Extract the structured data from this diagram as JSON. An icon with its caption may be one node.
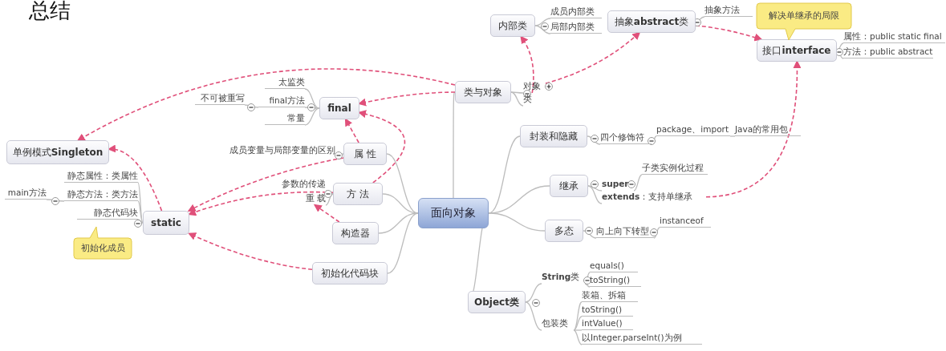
{
  "diagram": {
    "title": "总结",
    "nodes": [
      {
        "text": [
          "面向对象"
        ]
      },
      {
        "text": [
          "类与对象"
        ]
      },
      {
        "text": [
          "对象"
        ]
      },
      {
        "text": [
          "类"
        ]
      },
      {
        "text": [
          "内部类"
        ]
      },
      {
        "text": [
          "成员内部类"
        ]
      },
      {
        "text": [
          "局部内部类"
        ]
      },
      {
        "text": [
          "抽象**abstract**类"
        ]
      },
      {
        "text": [
          "抽象方法"
        ]
      },
      {
        "text": [
          "接口**interface**"
        ]
      },
      {
        "text": [
          "属性：public static final"
        ]
      },
      {
        "text": [
          "方法：public abstract"
        ]
      },
      {
        "text": [
          "解决单继承的局限"
        ]
      },
      {
        "text": [
          "封装和隐藏"
        ]
      },
      {
        "text": [
          "四个修饰符"
        ]
      },
      {
        "text": [
          "package、import"
        ]
      },
      {
        "text": [
          "Java的常用包"
        ]
      },
      {
        "text": [
          "继承"
        ]
      },
      {
        "text": [
          "super"
        ]
      },
      {
        "text": [
          "**extends**：支持单继承"
        ]
      },
      {
        "text": [
          "子类实例化过程"
        ]
      },
      {
        "text": [
          "多态"
        ]
      },
      {
        "text": [
          "向上向下转型"
        ]
      },
      {
        "text": [
          "instanceof"
        ]
      },
      {
        "text": [
          "Object类"
        ]
      },
      {
        "text": [
          "**String**类"
        ]
      },
      {
        "text": [
          "equals()"
        ]
      },
      {
        "text": [
          "toString()"
        ]
      },
      {
        "text": [
          "包装类"
        ]
      },
      {
        "text": [
          "装箱、拆箱"
        ]
      },
      {
        "text": [
          "toString()"
        ]
      },
      {
        "text": [
          "intValue()"
        ]
      },
      {
        "text": [
          "以Integer.parseInt()为例"
        ]
      },
      {
        "text": [
          "属 性"
        ]
      },
      {
        "text": [
          "成员变量与局部变量的区别"
        ]
      },
      {
        "text": [
          "方 法"
        ]
      },
      {
        "text": [
          "参数的传递"
        ]
      },
      {
        "text": [
          "重 载"
        ]
      },
      {
        "text": [
          "构造器"
        ]
      },
      {
        "text": [
          "初始化代码块"
        ]
      },
      {
        "text": [
          "final"
        ]
      },
      {
        "text": [
          "太监类"
        ]
      },
      {
        "text": [
          "final方法"
        ]
      },
      {
        "text": [
          "常量"
        ]
      },
      {
        "text": [
          "不可被重写"
        ]
      },
      {
        "text": [
          "单例模式**Singleton**"
        ]
      },
      {
        "text": [
          "static"
        ]
      },
      {
        "text": [
          "静态属性：类属性"
        ]
      },
      {
        "text": [
          "静态方法：类方法"
        ]
      },
      {
        "text": [
          "静态代码块"
        ]
      },
      {
        "text": [
          "main方法"
        ]
      },
      {
        "text": [
          "初始化成员"
        ]
      }
    ],
    "edges": [
      {
        "from": 0,
        "to": 1,
        "arrow": "none"
      },
      {
        "from": 0,
        "to": 13,
        "arrow": "none"
      },
      {
        "from": 0,
        "to": 17,
        "arrow": "none"
      },
      {
        "from": 0,
        "to": 21,
        "arrow": "none"
      },
      {
        "from": 0,
        "to": 24,
        "arrow": "none"
      },
      {
        "from": 0,
        "to": 33,
        "arrow": "none"
      },
      {
        "from": 0,
        "to": 35,
        "arrow": "none"
      },
      {
        "from": 0,
        "to": 38,
        "arrow": "none"
      },
      {
        "from": 0,
        "to": 39,
        "arrow": "none"
      },
      {
        "from": 1,
        "to": 2,
        "arrow": "none"
      },
      {
        "from": 1,
        "to": 3,
        "arrow": "none"
      },
      {
        "from": 4,
        "to": 5,
        "arrow": "none"
      },
      {
        "from": 4,
        "to": 6,
        "arrow": "none"
      },
      {
        "from": 7,
        "to": 8,
        "arrow": "none"
      },
      {
        "from": 9,
        "to": 10,
        "arrow": "none"
      },
      {
        "from": 9,
        "to": 11,
        "arrow": "none"
      },
      {
        "from": 13,
        "to": 14,
        "arrow": "none"
      },
      {
        "from": 14,
        "to": 15,
        "arrow": "none"
      },
      {
        "from": 15,
        "to": 16,
        "arrow": "none"
      },
      {
        "from": 17,
        "to": 18,
        "arrow": "none"
      },
      {
        "from": 17,
        "to": 19,
        "arrow": "none"
      },
      {
        "from": 18,
        "to": 20,
        "arrow": "none"
      },
      {
        "from": 21,
        "to": 22,
        "arrow": "none"
      },
      {
        "from": 22,
        "to": 23,
        "arrow": "none"
      },
      {
        "from": 24,
        "to": 25,
        "arrow": "none"
      },
      {
        "from": 24,
        "to": 28,
        "arrow": "none"
      },
      {
        "from": 25,
        "to": 26,
        "arrow": "none"
      },
      {
        "from": 25,
        "to": 27,
        "arrow": "none"
      },
      {
        "from": 28,
        "to": 29,
        "arrow": "none"
      },
      {
        "from": 28,
        "to": 30,
        "arrow": "none"
      },
      {
        "from": 28,
        "to": 31,
        "arrow": "none"
      },
      {
        "from": 28,
        "to": 32,
        "arrow": "none"
      },
      {
        "from": 33,
        "to": 34,
        "arrow": "none"
      },
      {
        "from": 35,
        "to": 36,
        "arrow": "none"
      },
      {
        "from": 35,
        "to": 37,
        "arrow": "none"
      },
      {
        "from": 40,
        "to": 41,
        "arrow": "none"
      },
      {
        "from": 40,
        "to": 42,
        "arrow": "none"
      },
      {
        "from": 40,
        "to": 43,
        "arrow": "none"
      },
      {
        "from": 42,
        "to": 44,
        "arrow": "none"
      },
      {
        "from": 46,
        "to": 47,
        "arrow": "none"
      },
      {
        "from": 46,
        "to": 48,
        "arrow": "none"
      },
      {
        "from": 46,
        "to": 49,
        "arrow": "none"
      },
      {
        "from": 48,
        "to": 50,
        "arrow": "none"
      },
      {
        "from": 1,
        "to": 45,
        "arrow": "to",
        "style": "dashed",
        "color": "#e0507a"
      },
      {
        "from": 1,
        "to": 40,
        "arrow": "to",
        "style": "dashed",
        "color": "#e0507a"
      },
      {
        "from": 3,
        "to": 4,
        "arrow": "to",
        "style": "dashed",
        "color": "#e0507a"
      },
      {
        "from": 2,
        "to": 7,
        "arrow": "to",
        "style": "dashed",
        "color": "#e0507a"
      },
      {
        "from": 7,
        "to": 9,
        "arrow": "to",
        "style": "dashed",
        "color": "#e0507a"
      },
      {
        "from": 19,
        "to": 9,
        "arrow": "to",
        "style": "dashed",
        "color": "#e0507a"
      },
      {
        "from": 33,
        "to": 40,
        "arrow": "to",
        "style": "dashed",
        "color": "#e0507a"
      },
      {
        "from": 35,
        "to": 40,
        "arrow": "to",
        "style": "dashed",
        "color": "#e0507a"
      },
      {
        "from": 33,
        "to": 46,
        "arrow": "to",
        "style": "dashed",
        "color": "#e0507a"
      },
      {
        "from": 35,
        "to": 46,
        "arrow": "to",
        "style": "dashed",
        "color": "#e0507a"
      },
      {
        "from": 38,
        "to": 37,
        "arrow": "to",
        "style": "dashed",
        "color": "#e0507a"
      },
      {
        "from": 39,
        "to": 46,
        "arrow": "to",
        "style": "dashed",
        "color": "#e0507a"
      },
      {
        "from": 46,
        "to": 45,
        "arrow": "to",
        "style": "dashed",
        "color": "#e0507a"
      }
    ]
  }
}
